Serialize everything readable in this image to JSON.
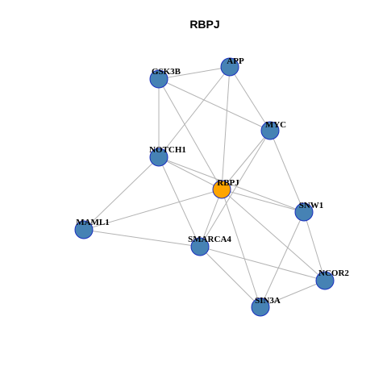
{
  "title": "RBPJ",
  "colors": {
    "center_node": "#ffa500",
    "neighbor_node": "#4682b4",
    "node_border": "#1a2fbf",
    "edge": "#b3b3b3"
  },
  "nodes": [
    {
      "id": "RBPJ",
      "label": "RBPJ",
      "role": "center"
    },
    {
      "id": "APP",
      "label": "APP",
      "role": "neighbor"
    },
    {
      "id": "GSK3B",
      "label": "GSK3B",
      "role": "neighbor"
    },
    {
      "id": "MYC",
      "label": "MYC",
      "role": "neighbor"
    },
    {
      "id": "NOTCH1",
      "label": "NOTCH1",
      "role": "neighbor"
    },
    {
      "id": "SNW1",
      "label": "SNW1",
      "role": "neighbor"
    },
    {
      "id": "MAML1",
      "label": "MAML1",
      "role": "neighbor"
    },
    {
      "id": "SMARCA4",
      "label": "SMARCA4",
      "role": "neighbor"
    },
    {
      "id": "NCOR2",
      "label": "NCOR2",
      "role": "neighbor"
    },
    {
      "id": "SIN3A",
      "label": "SIN3A",
      "role": "neighbor"
    }
  ],
  "edges": [
    [
      "GSK3B",
      "APP"
    ],
    [
      "GSK3B",
      "MYC"
    ],
    [
      "GSK3B",
      "NOTCH1"
    ],
    [
      "GSK3B",
      "RBPJ"
    ],
    [
      "APP",
      "MYC"
    ],
    [
      "APP",
      "NOTCH1"
    ],
    [
      "APP",
      "RBPJ"
    ],
    [
      "MYC",
      "RBPJ"
    ],
    [
      "MYC",
      "SNW1"
    ],
    [
      "MYC",
      "SMARCA4"
    ],
    [
      "NOTCH1",
      "RBPJ"
    ],
    [
      "NOTCH1",
      "MAML1"
    ],
    [
      "NOTCH1",
      "SMARCA4"
    ],
    [
      "NOTCH1",
      "SNW1"
    ],
    [
      "RBPJ",
      "MAML1"
    ],
    [
      "RBPJ",
      "SMARCA4"
    ],
    [
      "RBPJ",
      "SNW1"
    ],
    [
      "RBPJ",
      "NCOR2"
    ],
    [
      "RBPJ",
      "SIN3A"
    ],
    [
      "MAML1",
      "SMARCA4"
    ],
    [
      "SMARCA4",
      "SIN3A"
    ],
    [
      "SMARCA4",
      "NCOR2"
    ],
    [
      "SNW1",
      "SIN3A"
    ],
    [
      "SNW1",
      "NCOR2"
    ],
    [
      "SIN3A",
      "NCOR2"
    ]
  ]
}
